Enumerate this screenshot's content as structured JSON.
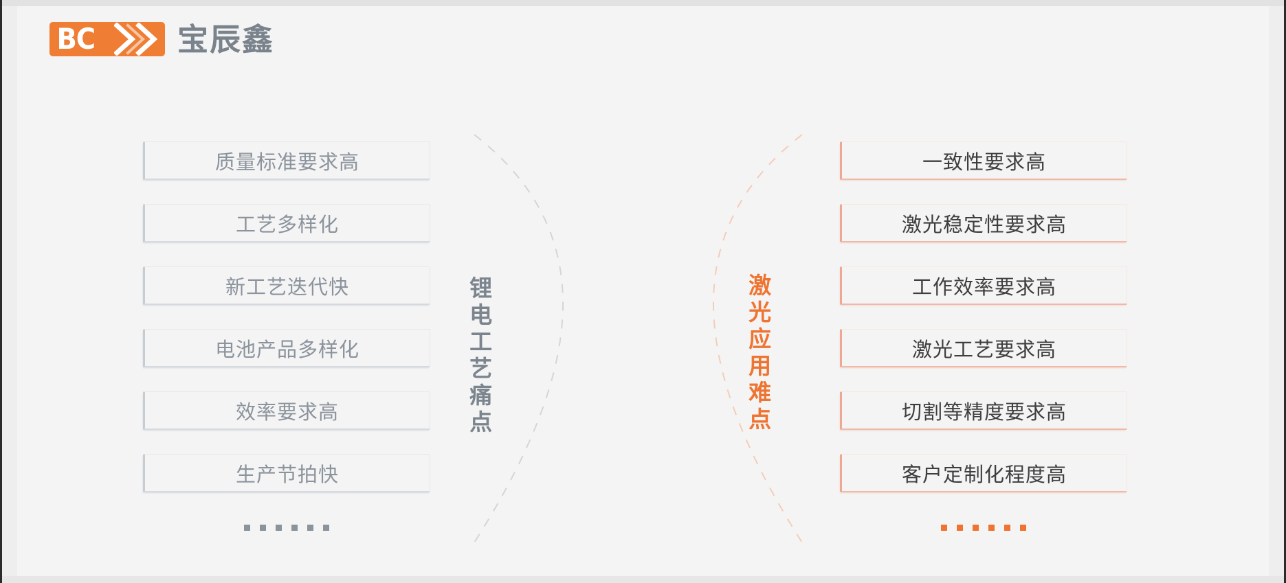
{
  "brand": {
    "mark_text": "BC",
    "mark_icon": "double-chevron-icon",
    "chinese_name": "宝辰鑫",
    "accent_color": "#ef7d33",
    "grey_color": "#7a828c"
  },
  "left_panel": {
    "caption": "锂电工艺痛点",
    "caption_color": "#7c848e",
    "items": [
      {
        "label": "质量标准要求高"
      },
      {
        "label": "工艺多样化"
      },
      {
        "label": "新工艺迭代快"
      },
      {
        "label": "电池产品多样化"
      },
      {
        "label": "效率要求高"
      },
      {
        "label": "生产节拍快"
      }
    ],
    "ellipsis_dots": 6,
    "ellipsis_color": "#8b939c"
  },
  "right_panel": {
    "caption": "激光应用难点",
    "caption_color": "#ef7431",
    "items": [
      {
        "label": "一致性要求高"
      },
      {
        "label": "激光稳定性要求高"
      },
      {
        "label": "工作效率要求高"
      },
      {
        "label": "激光工艺要求高"
      },
      {
        "label": "切割等精度要求高"
      },
      {
        "label": "客户定制化程度高"
      }
    ],
    "ellipsis_dots": 6,
    "ellipsis_color": "#ef7431"
  },
  "decor": {
    "left_arc_color": "#d5d5d5",
    "right_arc_color": "#f3cdb8",
    "background_color": "#f4f4f4"
  }
}
